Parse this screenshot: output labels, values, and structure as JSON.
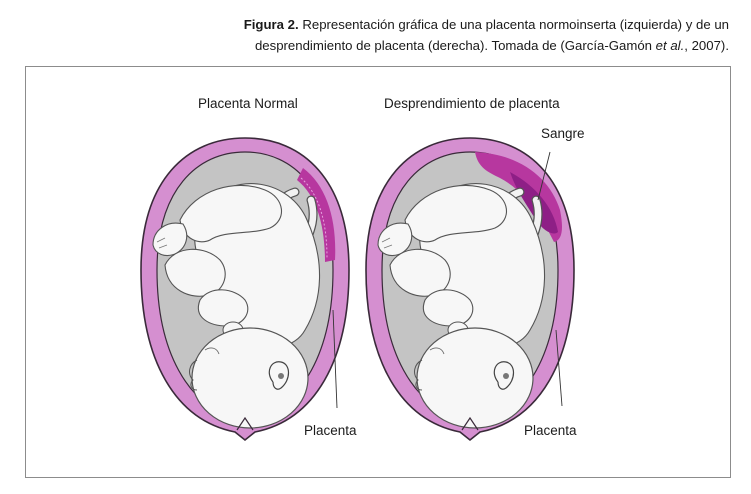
{
  "caption": {
    "figure_label": "Figura 2.",
    "text_part1": " Representación gráfica de una placenta normoinserta (izquierda) y de un desprendimiento de placenta (derecha). Tomada de (García-Gamón ",
    "et_al": "et al.",
    "text_part2": ", 2007)."
  },
  "diagram": {
    "left_title": "Placenta Normal",
    "right_title": "Desprendimiento de placenta",
    "blood_label": "Sangre",
    "left_placenta_label": "Placenta",
    "right_placenta_label": "Placenta"
  },
  "colors": {
    "uterus_wall": "#d58fd0",
    "uterus_outline": "#3a2a3a",
    "amniotic_fluid": "#c4c4c4",
    "placenta": "#b7379f",
    "blood": "#8e1f86",
    "fetus": "#f7f7f7"
  }
}
